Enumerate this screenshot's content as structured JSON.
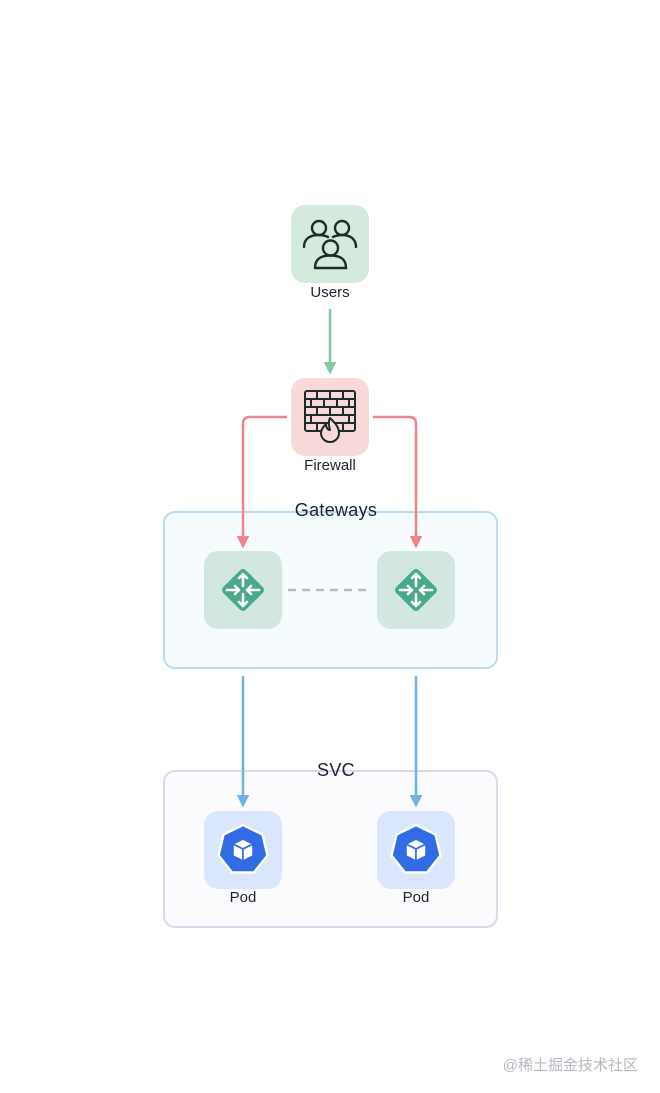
{
  "colors": {
    "users_edge": "#86c8a2",
    "firewall_edge": "#e8868a",
    "gateway_edge": "#6fb3e6",
    "dashed_link": "#b5b8bd",
    "gateway_icon": "#4aa88c",
    "pod_icon": "#326ce5"
  },
  "nodes": {
    "users": {
      "label": "Users",
      "icon": "users-icon"
    },
    "firewall": {
      "label": "Firewall",
      "icon": "firewall-icon"
    },
    "gateway_left": {
      "icon": "router-icon"
    },
    "gateway_right": {
      "icon": "router-icon"
    },
    "pod_left": {
      "label": "Pod",
      "icon": "kubernetes-pod-icon"
    },
    "pod_right": {
      "label": "Pod",
      "icon": "kubernetes-pod-icon"
    }
  },
  "groups": {
    "gateways": {
      "title": "Gateways"
    },
    "svc": {
      "title": "SVC"
    }
  },
  "edges": [
    {
      "from": "users",
      "to": "firewall",
      "style": "solid",
      "color_key": "users_edge"
    },
    {
      "from": "firewall",
      "to": "gateway_left",
      "style": "solid",
      "color_key": "firewall_edge"
    },
    {
      "from": "firewall",
      "to": "gateway_right",
      "style": "solid",
      "color_key": "firewall_edge"
    },
    {
      "from": "gateway_left",
      "to": "gateway_right",
      "style": "dashed",
      "color_key": "dashed_link"
    },
    {
      "from": "gateway_left",
      "to": "pod_left",
      "style": "solid",
      "color_key": "gateway_edge"
    },
    {
      "from": "gateway_right",
      "to": "pod_right",
      "style": "solid",
      "color_key": "gateway_edge"
    }
  ],
  "watermark": "@稀土掘金技术社区"
}
